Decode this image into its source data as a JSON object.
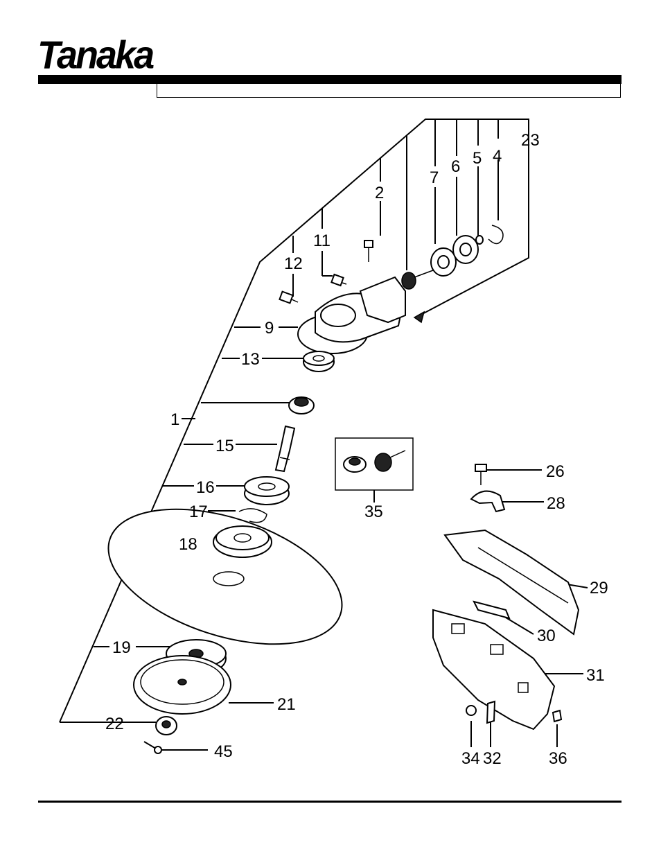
{
  "brand": {
    "logo_text": "Tanaka",
    "registered_mark": "®"
  },
  "header": {
    "title": ""
  },
  "callouts": {
    "c1": "1",
    "c2": "2",
    "c4": "4",
    "c5": "5",
    "c6": "6",
    "c7": "7",
    "c9": "9",
    "c11": "11",
    "c12": "12",
    "c13": "13",
    "c15": "15",
    "c16": "16",
    "c17": "17",
    "c18": "18",
    "c19": "19",
    "c21": "21",
    "c22": "22",
    "c23": "23",
    "c26": "26",
    "c28": "28",
    "c29": "29",
    "c30": "30",
    "c31": "31",
    "c32": "32",
    "c34": "34",
    "c35": "35",
    "c36": "36",
    "c45": "45"
  }
}
